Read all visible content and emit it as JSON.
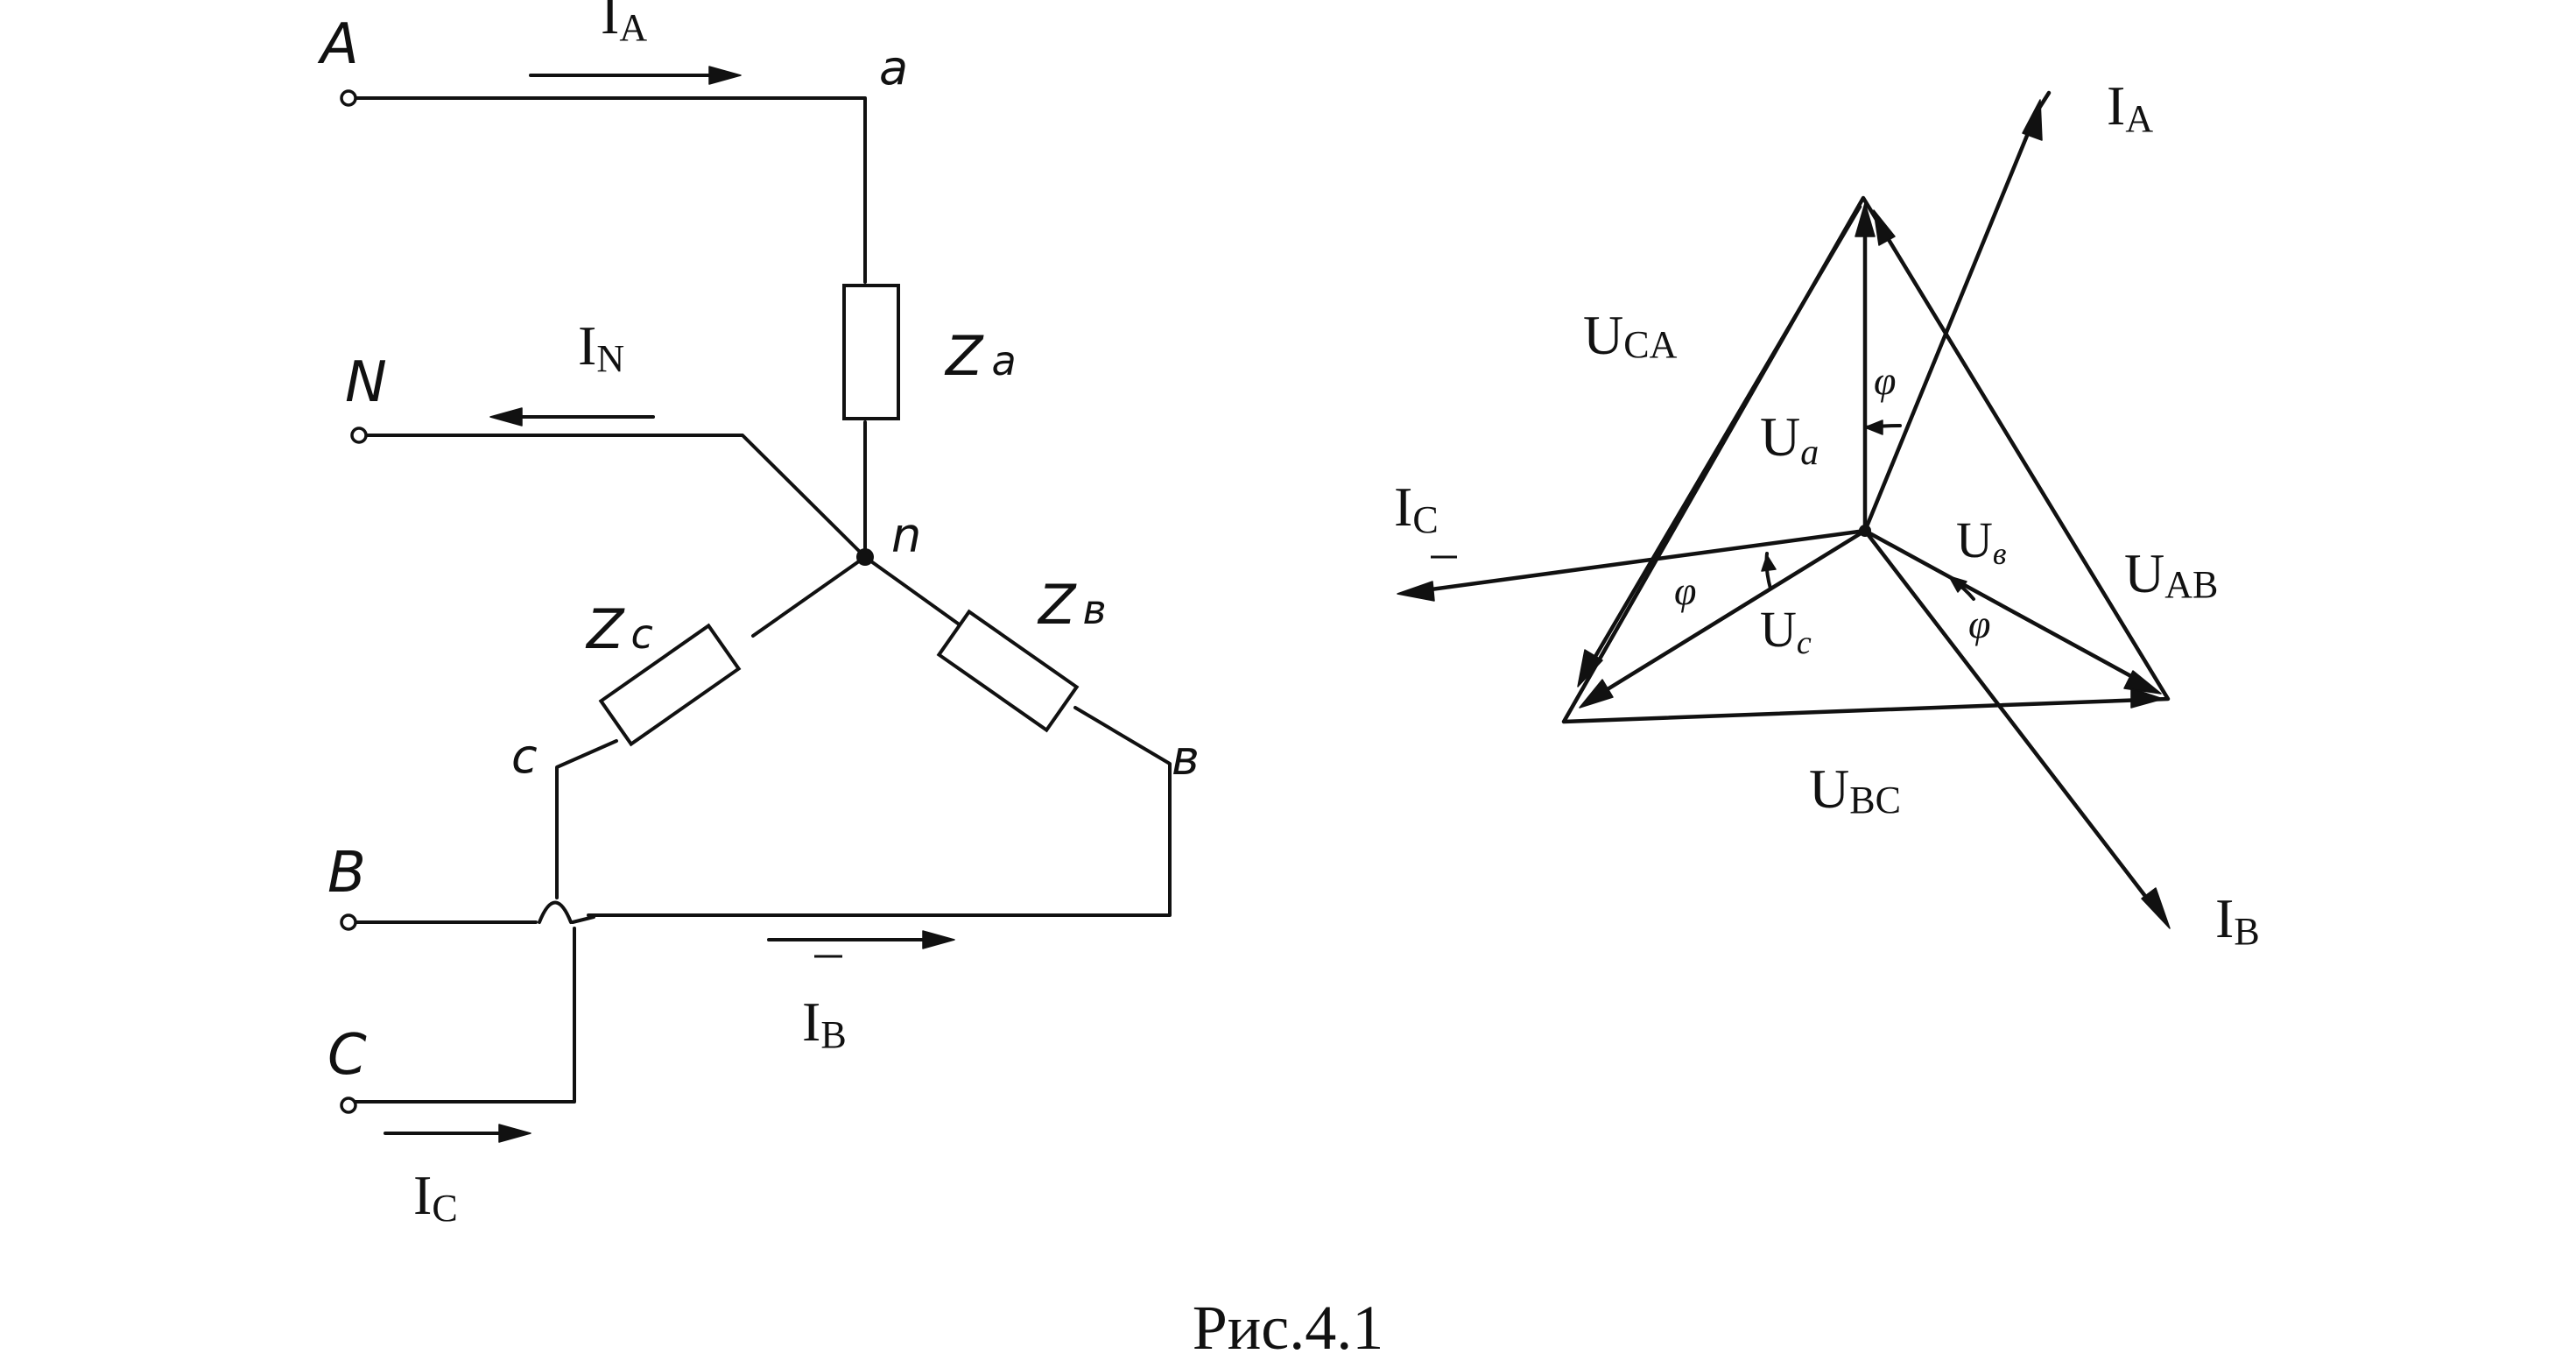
{
  "circuit": {
    "terminals": {
      "A": "A",
      "N": "N",
      "B": "B",
      "C": "C"
    },
    "nodes": {
      "a": "a",
      "b": "в",
      "c": "c",
      "n": "n"
    },
    "impedances": {
      "za": {
        "main": "Z",
        "sub": "a"
      },
      "zb": {
        "main": "Z",
        "sub": "в"
      },
      "zc": {
        "main": "Z",
        "sub": "c"
      }
    },
    "currents": {
      "IA": {
        "main": "I",
        "sub": "A"
      },
      "IN": {
        "main": "I",
        "sub": "N"
      },
      "IB": {
        "main": "I",
        "sub": "B"
      },
      "IC": {
        "main": "I",
        "sub": "C"
      }
    }
  },
  "phasor": {
    "currents": {
      "IA": {
        "main": "I",
        "sub": "A"
      },
      "IB": {
        "main": "I",
        "sub": "B"
      },
      "IC": {
        "main": "I",
        "sub": "C"
      }
    },
    "line_voltages": {
      "UCA": {
        "main": "U",
        "sub": "CA"
      },
      "UAB": {
        "main": "U",
        "sub": "AB"
      },
      "UBC": {
        "main": "U",
        "sub": "BC"
      }
    },
    "phase_voltages": {
      "Ua": {
        "main": "U",
        "sub": "a"
      },
      "Ub": {
        "main": "U",
        "sub": "в"
      },
      "Uc": {
        "main": "U",
        "sub": "c"
      }
    },
    "angle_symbol": "φ"
  },
  "caption": "Рис.4.1"
}
